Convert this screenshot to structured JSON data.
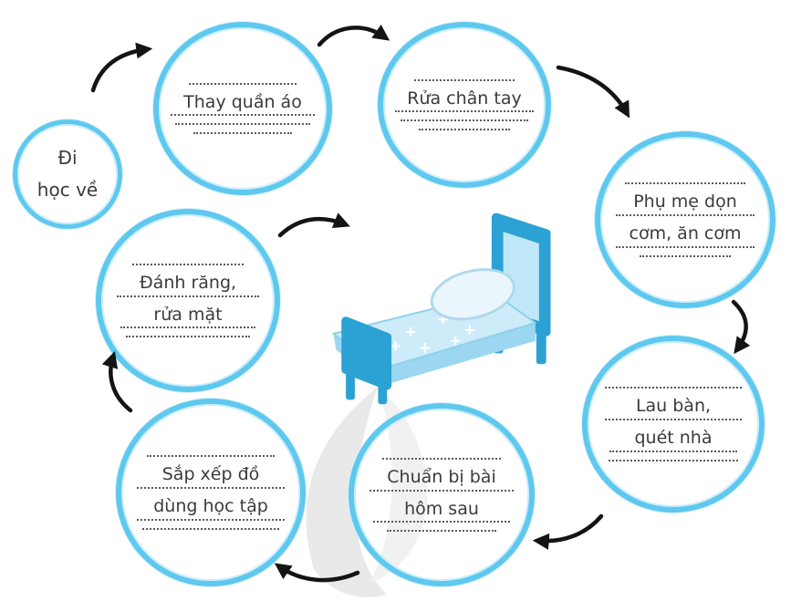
{
  "colors": {
    "circle_border": "#5ec8ef",
    "text": "#3b3b3b",
    "dotted_line": "#5a5a5a",
    "arrow": "#141414",
    "bed_frame": "#2ba2d3",
    "bed_panel": "#bfe7f7",
    "bed_blanket": "#cdebf8",
    "bed_side": "#9bd7f0",
    "bed_pillow": "#eaf6fc",
    "watermark": "#e9e9e9"
  },
  "nodes": {
    "start": {
      "line1": "Đi",
      "line2": "học về"
    },
    "change_clothes": {
      "line1": "Thay quần áo"
    },
    "wash_hands_feet": {
      "line1": "Rửa chân tay"
    },
    "help_meal": {
      "line1": "Phụ mẹ dọn",
      "line2": "cơm, ăn cơm"
    },
    "clean_house": {
      "line1": "Lau bàn,",
      "line2": "quét nhà"
    },
    "prepare_lessons": {
      "line1": "Chuẩn bị bài",
      "line2": "hôm sau"
    },
    "arrange_supplies": {
      "line1": "Sắp xếp đồ",
      "line2": "dùng học tập"
    },
    "brush_teeth": {
      "line1": "Đánh răng,",
      "line2": "rửa mặt"
    }
  },
  "center_image": {
    "icon": "bed-illustration"
  },
  "watermark": {
    "icon": "leaf-watermark"
  }
}
